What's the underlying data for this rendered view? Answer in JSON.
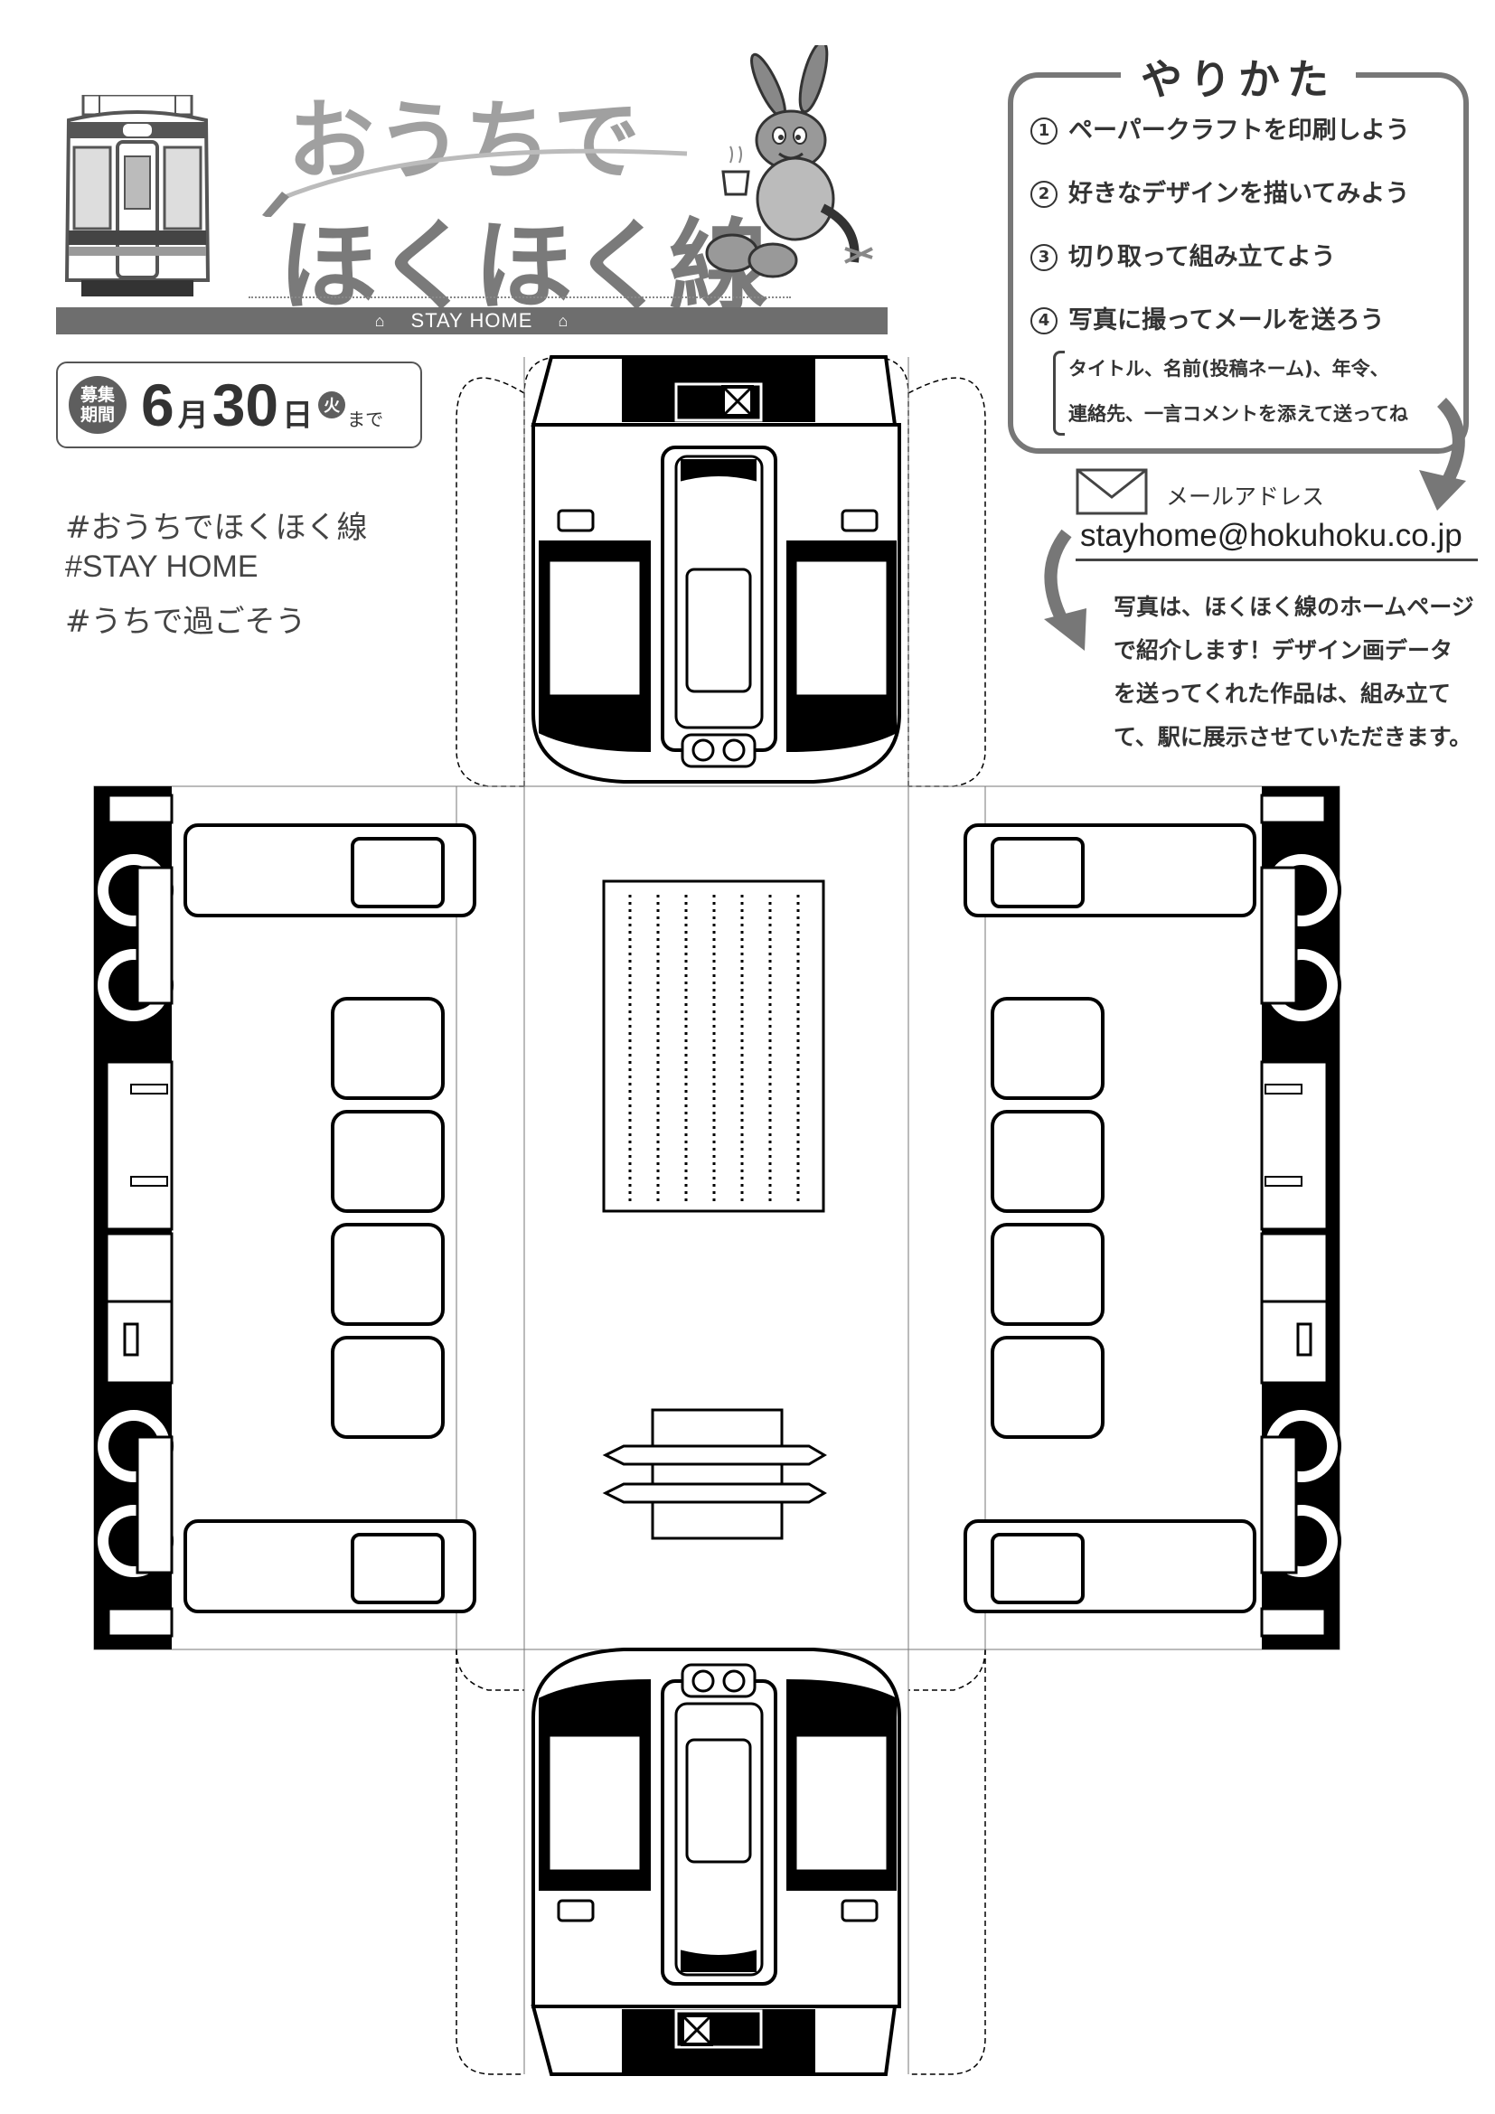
{
  "header": {
    "title_line1": "おうちで",
    "title_line2": "ほくほく線",
    "banner": "STAY HOME",
    "banner_icon": "house-icon"
  },
  "period": {
    "label_line1": "募集",
    "label_line2": "期間",
    "month": "6",
    "month_unit": "月",
    "day": "30",
    "day_unit": "日",
    "weekday": "火",
    "until": "まで"
  },
  "hashtags": [
    "#おうちでほくほく線",
    "#STAY HOME",
    "#うちで過ごそう"
  ],
  "howto": {
    "title": "やりかた",
    "steps": [
      {
        "num": "1",
        "text": "ペーパークラフトを印刷しよう"
      },
      {
        "num": "2",
        "text": "好きなデザインを描いてみよう"
      },
      {
        "num": "3",
        "text": "切り取って組み立てよう"
      },
      {
        "num": "4",
        "text": "写真に撮ってメールを送ろう"
      }
    ],
    "note_line1": "タイトル、名前(投稿ネーム)、年令、",
    "note_line2": "連絡先、一言コメントを添えて送ってね"
  },
  "email": {
    "label": "メールアドレス",
    "address": "stayhome@hokuhoku.co.jp",
    "description": [
      "写真は、ほくほく線のホームページ",
      "で紹介します！デザイン画データ",
      "を送ってくれた作品は、組み立て",
      "て、駅に展示させていただきます。"
    ]
  },
  "colors": {
    "title_light": "#a0a0a0",
    "title_dark": "#7a7a7a",
    "banner": "#6e6e6e",
    "frame": "#777777"
  }
}
